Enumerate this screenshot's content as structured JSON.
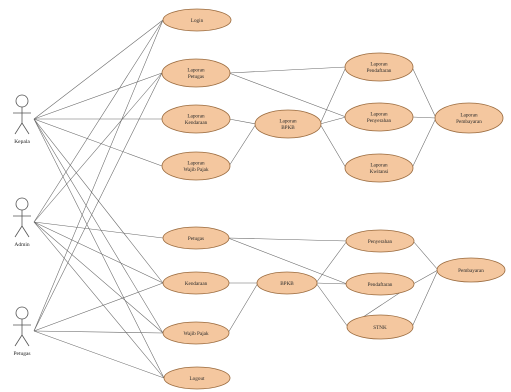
{
  "actors": {
    "kepala": "Kepala",
    "admin": "Admin",
    "petugas": "Petugas"
  },
  "use_cases": {
    "login": [
      "Login"
    ],
    "lap_petugas": [
      "Laporan",
      "Petugas"
    ],
    "lap_kendaraan": [
      "Laporan",
      "Kendaraan"
    ],
    "lap_wajib_pajak": [
      "Laporan",
      "Wajib Pajak"
    ],
    "lap_bpkb": [
      "Laporan",
      "BPKB"
    ],
    "lap_pendaftaran": [
      "Laporan",
      "Pendaftaran"
    ],
    "lap_penyerahan": [
      "Laporan",
      "Penyerahan"
    ],
    "lap_kwitansi": [
      "Laporan",
      "Kwitansi"
    ],
    "lap_pembayaran": [
      "Laporan",
      "Pembayaran"
    ],
    "petugas": [
      "Petugas"
    ],
    "kendaraan": [
      "Kendaraan"
    ],
    "wajib_pajak": [
      "Wajib Pajak"
    ],
    "bpkb": [
      "BPKB"
    ],
    "penyerahan": [
      "Penyerahan"
    ],
    "pendaftaran": [
      "Pendaftaran"
    ],
    "stnk": [
      "STNK"
    ],
    "pembayaran": [
      "Pembayaran"
    ],
    "logout": [
      "Logout"
    ]
  },
  "colors": {
    "ellipse_fill": "#f4c79f",
    "ellipse_stroke": "#9a6a3d",
    "line": "#666666"
  }
}
